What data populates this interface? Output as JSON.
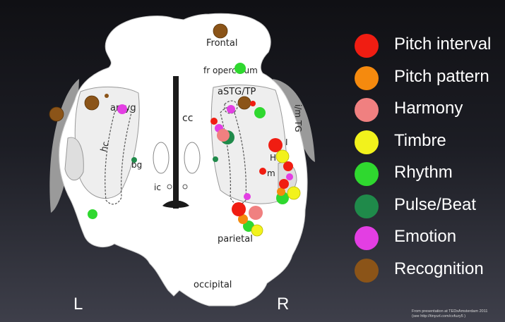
{
  "legend": [
    {
      "label": "Pitch interval",
      "color": "#f01d12"
    },
    {
      "label": "Pitch pattern",
      "color": "#f58a0e"
    },
    {
      "label": "Harmony",
      "color": "#f08080"
    },
    {
      "label": "Timbre",
      "color": "#f2f21c"
    },
    {
      "label": "Rhythm",
      "color": "#2fd82f"
    },
    {
      "label": "Pulse/Beat",
      "color": "#1f8a4a"
    },
    {
      "label": "Emotion",
      "color": "#e33ee3"
    },
    {
      "label": "Recognition",
      "color": "#8b5418"
    }
  ],
  "regions": {
    "frontal": "Frontal",
    "fr_operculum": "fr operculum",
    "astg_tp": "aSTG/TP",
    "cc": "cc",
    "im_tg": "i/m TG",
    "amyg": "amyg",
    "hc": "hc",
    "bg": "bg",
    "ic": "ic",
    "i": "I",
    "h": "H",
    "m": "m",
    "parietal": "parietal",
    "occipital": "occipital"
  },
  "sides": {
    "left": "L",
    "right": "R"
  },
  "credit": {
    "line1": "From presentation at TEDxAmsterdam 2011",
    "line2": "(see http://tinyurl.com/cvfuzy5 )"
  }
}
